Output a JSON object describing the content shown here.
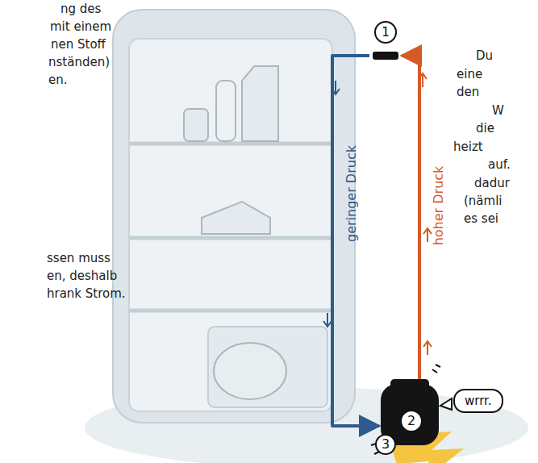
{
  "diagram": {
    "nodes": [
      {
        "text": [
          "1"
        ]
      },
      {
        "text": [
          "2"
        ]
      },
      {
        "text": [
          "3"
        ]
      },
      {
        "text": [
          "wrrr."
        ]
      }
    ],
    "edges": [
      {
        "from": 0,
        "to": 1,
        "arrow": "to",
        "label": "geringer Druck"
      },
      {
        "from": 1,
        "to": 0,
        "arrow": "to",
        "label": "hoher Druck"
      }
    ],
    "labels": [
      "ng des",
      "mit einem",
      "nen Stoff",
      "nständen)",
      "en.",
      "ssen muss",
      "en, deshalb",
      "hrank Strom.",
      "Du",
      "eine",
      "den",
      "W",
      "die",
      "heizt",
      "auf.",
      "dadur",
      "(nämli",
      "es sei"
    ]
  }
}
